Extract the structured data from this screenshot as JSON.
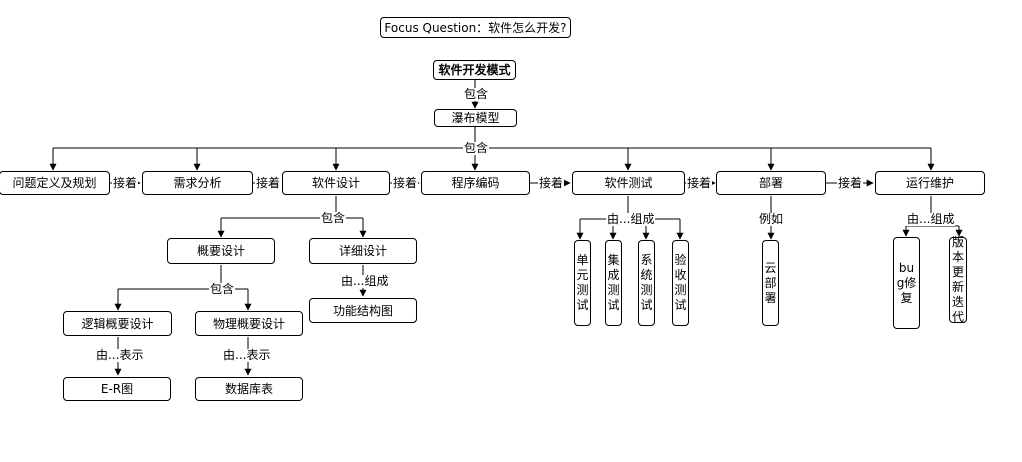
{
  "focus": "Focus Question：软件怎么开发?",
  "root": "软件开发模式",
  "waterfall": "瀑布模型",
  "stages": [
    "问题定义及规划",
    "需求分析",
    "软件设计",
    "程序编码",
    "软件测试",
    "部署",
    "运行维护"
  ],
  "design": {
    "outline": "概要设计",
    "detail": "详细设计",
    "logic": "逻辑概要设计",
    "physical": "物理概要设计",
    "er": "E-R图",
    "db": "数据库表",
    "func": "功能结构图"
  },
  "testing": [
    "单元测试",
    "集成测试",
    "系统测试",
    "验收测试"
  ],
  "deploy": "云部署",
  "maint": [
    "bug修复",
    "版本更新迭代"
  ],
  "labels": {
    "contains": "包含",
    "then": "接着",
    "composed": "由...组成",
    "represented": "由...表示",
    "example": "例如"
  }
}
